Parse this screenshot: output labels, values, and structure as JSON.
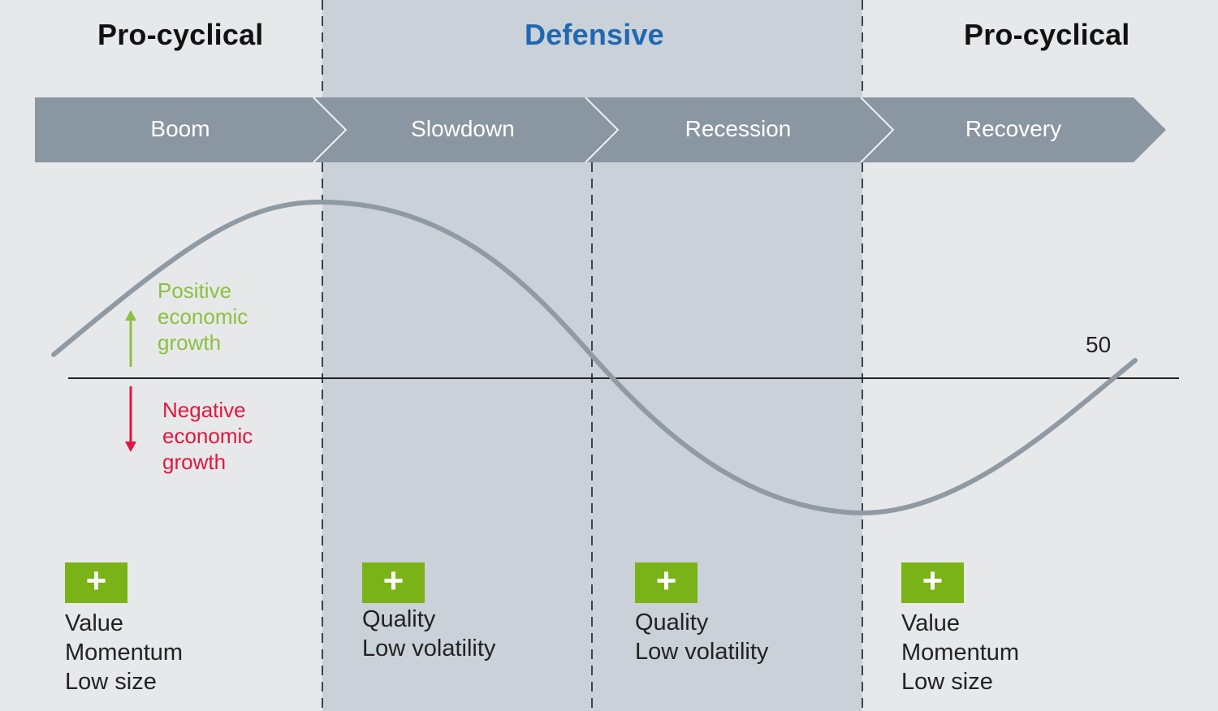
{
  "colors": {
    "background": "#e7e8ea",
    "defensive_shade": "#cbd1d8",
    "arrow_gray": "#8a96a1",
    "curve_gray": "#8f9aa3",
    "positive": "#8ac13f",
    "negative": "#e3163f",
    "defensive_text": "#1f68b3",
    "plus_green": "#7ab317",
    "text": "#222222"
  },
  "regions": [
    {
      "id": "procyclical-left",
      "label": "Pro-cyclical"
    },
    {
      "id": "defensive",
      "label": "Defensive"
    },
    {
      "id": "procyclical-right",
      "label": "Pro-cyclical"
    }
  ],
  "phases": [
    {
      "id": "boom",
      "label": "Boom"
    },
    {
      "id": "slowdown",
      "label": "Slowdown"
    },
    {
      "id": "recession",
      "label": "Recession"
    },
    {
      "id": "recovery",
      "label": "Recovery"
    }
  ],
  "growth": {
    "positive_label": "Positive economic growth",
    "negative_label": "Negative economic growth",
    "midline_label": "50"
  },
  "factors": {
    "boom": {
      "symbol": "+",
      "items": [
        "Value",
        "Momentum",
        "Low size"
      ]
    },
    "slowdown": {
      "symbol": "+",
      "items": [
        "Quality",
        "Low volatility"
      ]
    },
    "recession": {
      "symbol": "+",
      "items": [
        "Quality",
        "Low volatility"
      ]
    },
    "recovery": {
      "symbol": "+",
      "items": [
        "Value",
        "Momentum",
        "Low size"
      ]
    }
  }
}
